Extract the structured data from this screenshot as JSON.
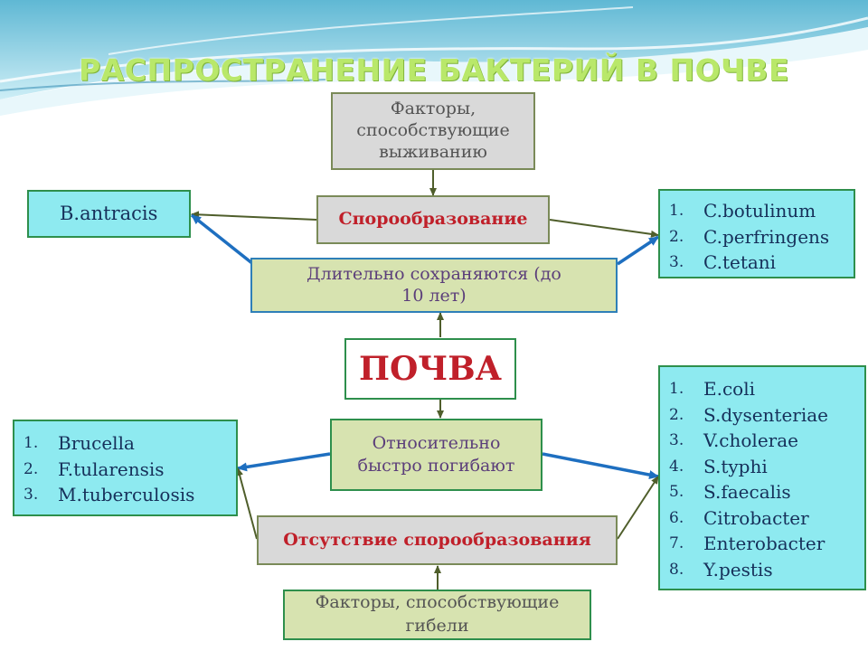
{
  "title": "РАСПРОСТРАНЕНИЕ  БАКТЕРИЙ  В  ПОЧВЕ",
  "factors_survival": "Факторы, способствующие выживанию",
  "spore_formation": "Спорообразование",
  "long_survival": "Длительно сохраняются (до 10 лет)",
  "soil": "ПОЧВА",
  "quick_die": "Относительно быстро погибают",
  "no_spore": "Отсутствие  спорообразования",
  "factors_death": "Факторы, способствующие гибели",
  "b_antracis": "B.antracis",
  "spore_list": [
    {
      "num": "1.",
      "name": "C.botulinum"
    },
    {
      "num": "2.",
      "name": "C.perfringens"
    },
    {
      "num": "3.",
      "name": "C.tetani"
    }
  ],
  "left_list": [
    {
      "num": "1.",
      "name": "Brucella"
    },
    {
      "num": "2.",
      "name": "F.tularensis"
    },
    {
      "num": "3.",
      "name": "M.tuberculosis"
    }
  ],
  "right_list": [
    {
      "num": "1.",
      "name": "E.coli"
    },
    {
      "num": "2.",
      "name": "S.dysenteriae"
    },
    {
      "num": "3.",
      "name": "V.cholerae"
    },
    {
      "num": "4.",
      "name": "S.typhi"
    },
    {
      "num": "5.",
      "name": "S.faecalis"
    },
    {
      "num": "6.",
      "name": "Citrobacter"
    },
    {
      "num": "7.",
      "name": "Enterobacter"
    },
    {
      "num": "8.",
      "name": "Y.pestis"
    }
  ]
}
